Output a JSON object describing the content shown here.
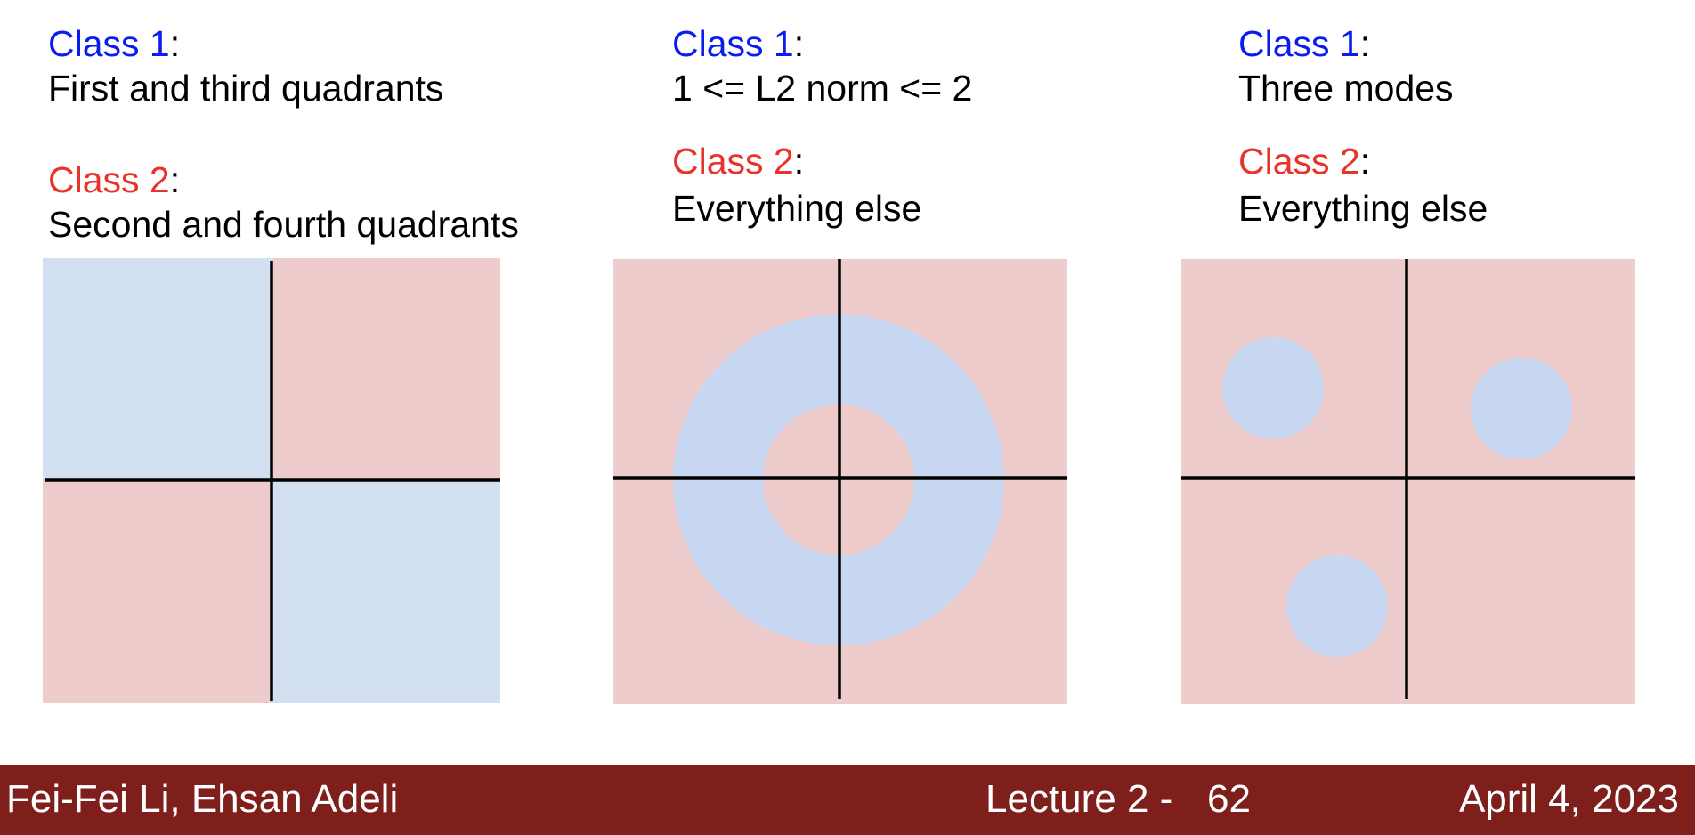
{
  "panels": [
    {
      "class1_label": "Class 1",
      "class1_desc": "First and third quadrants",
      "class2_label": "Class 2",
      "class2_desc": "Second and fourth quadrants",
      "region_type": "quadrants"
    },
    {
      "class1_label": "Class 1",
      "class1_desc": "1 <= L2 norm <= 2",
      "class2_label": "Class 2",
      "class2_desc": "Everything else",
      "region_type": "ring"
    },
    {
      "class1_label": "Class 1",
      "class1_desc": "Three modes",
      "class2_label": "Class 2",
      "class2_desc": "Everything else",
      "region_type": "three-modes"
    }
  ],
  "colon": ":",
  "colors": {
    "class1_text": "#0b1cf0",
    "class2_text": "#e8322a",
    "class1_region": "#c9d8f2",
    "class2_region": "#edcccb",
    "footer_bg": "#7e1f1c"
  },
  "footer": {
    "authors": "Fei-Fei Li, Ehsan Adeli",
    "lecture": "Lecture 2 -",
    "page": "62",
    "date": "April 4, 2023"
  }
}
